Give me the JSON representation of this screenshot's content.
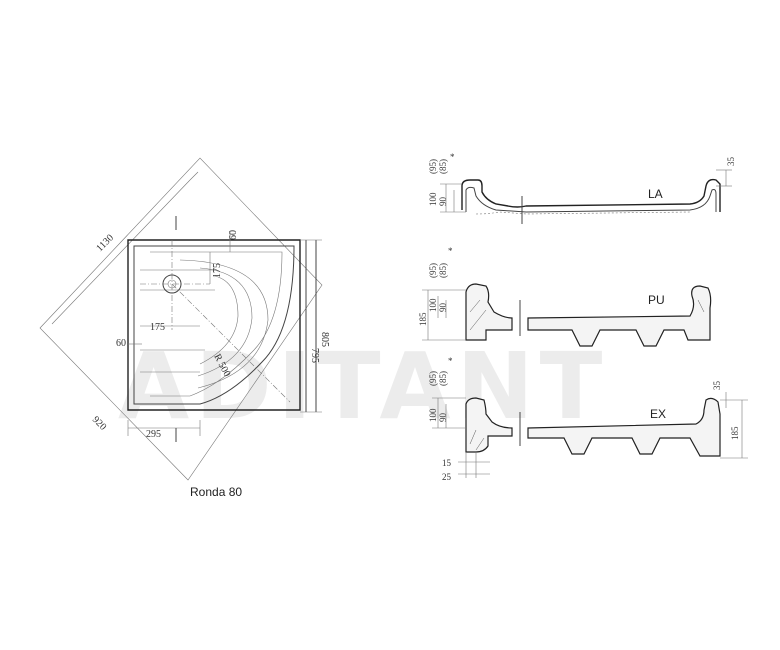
{
  "watermark": "ADITANT",
  "plan": {
    "title": "Ronda 80",
    "dims": {
      "diag": "1130",
      "side": "920",
      "d60_top": "60",
      "d175_v": "175",
      "d175_h": "175",
      "d60_left": "60",
      "radius": "R 500",
      "d295": "295",
      "d795": "795",
      "d805": "805"
    }
  },
  "sections": {
    "la": {
      "label": "LA",
      "d95": "(95)",
      "d85": "(85)",
      "star": "*",
      "d100": "100",
      "d90": "90",
      "d35": "35"
    },
    "pu": {
      "label": "PU",
      "d95": "(95)",
      "d85": "(85)",
      "star": "*",
      "d185": "185",
      "d100": "100",
      "d90": "90"
    },
    "ex": {
      "label": "EX",
      "d95": "(95)",
      "d85": "(85)",
      "star": "*",
      "d100": "100",
      "d90": "90",
      "d15": "15",
      "d25": "25",
      "d35": "35",
      "d185": "185"
    }
  }
}
